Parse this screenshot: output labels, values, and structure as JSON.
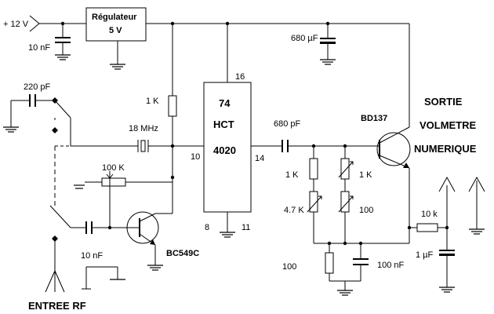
{
  "supply": "+ 12 V",
  "regulator": {
    "line1": "Régulateur",
    "line2": "5 V"
  },
  "ic": {
    "line1": "74",
    "line2": "HCT",
    "line3": "4020",
    "pin16": "16",
    "pin10": "10",
    "pin14": "14",
    "pin8": "8",
    "pin11": "11"
  },
  "components": {
    "c_in": "10 nF",
    "c_tank": "680 µF",
    "c_220": "220 pF",
    "r_1k_top": "1 K",
    "xtal": "18 MHz",
    "pot": "100 K",
    "c_680": "680 pF",
    "r_1k_a": "1 K",
    "r_1k_b": "1 K",
    "r_47k": "4.7 K",
    "r_100_b": "100",
    "r_100_c": "100",
    "c_100n": "100 nF",
    "r_10k": "10 k",
    "c_1u": "1 µF",
    "c_10n_rf": "10 nF",
    "q_bc": "BC549C",
    "q_bd": "BD137"
  },
  "output": {
    "line1": "SORTIE",
    "line2": "VOLMETRE",
    "line3": "NUMERIQUE"
  },
  "input": "ENTREE RF"
}
